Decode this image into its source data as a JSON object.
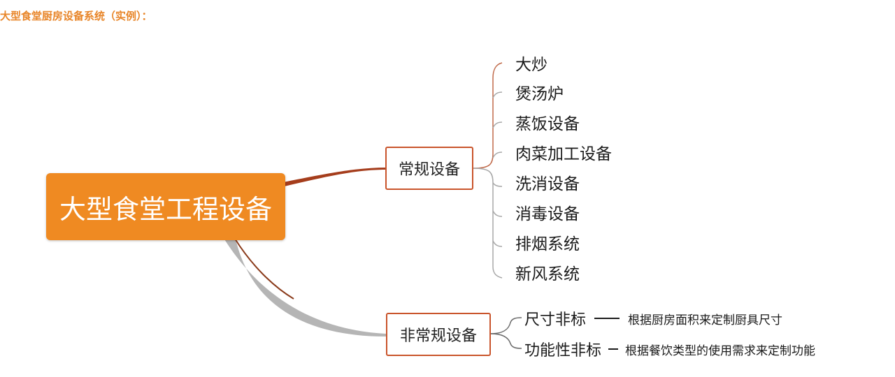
{
  "heading": "大型食堂厨房设备系统（实例）：",
  "root": "大型食堂工程设备",
  "regular": {
    "label": "常规设备",
    "items": [
      "大炒",
      "煲汤炉",
      "蒸饭设备",
      "肉菜加工设备",
      "洗消设备",
      "消毒设备",
      "排烟系统",
      "新风系统"
    ]
  },
  "special": {
    "label": "非常规设备",
    "items": [
      {
        "name": "尺寸非标",
        "desc": "根据厨房面积来定制厨具尺寸"
      },
      {
        "name": "功能性非标",
        "desc": "根据餐饮类型的使用需求来定制功能"
      }
    ]
  },
  "colors": {
    "heading": "#e8862a",
    "root_fill": "#ef8a22",
    "branch_border": "#c9542b",
    "connector_red": "#a53d1c",
    "connector_gray": "#b5b5b5"
  }
}
